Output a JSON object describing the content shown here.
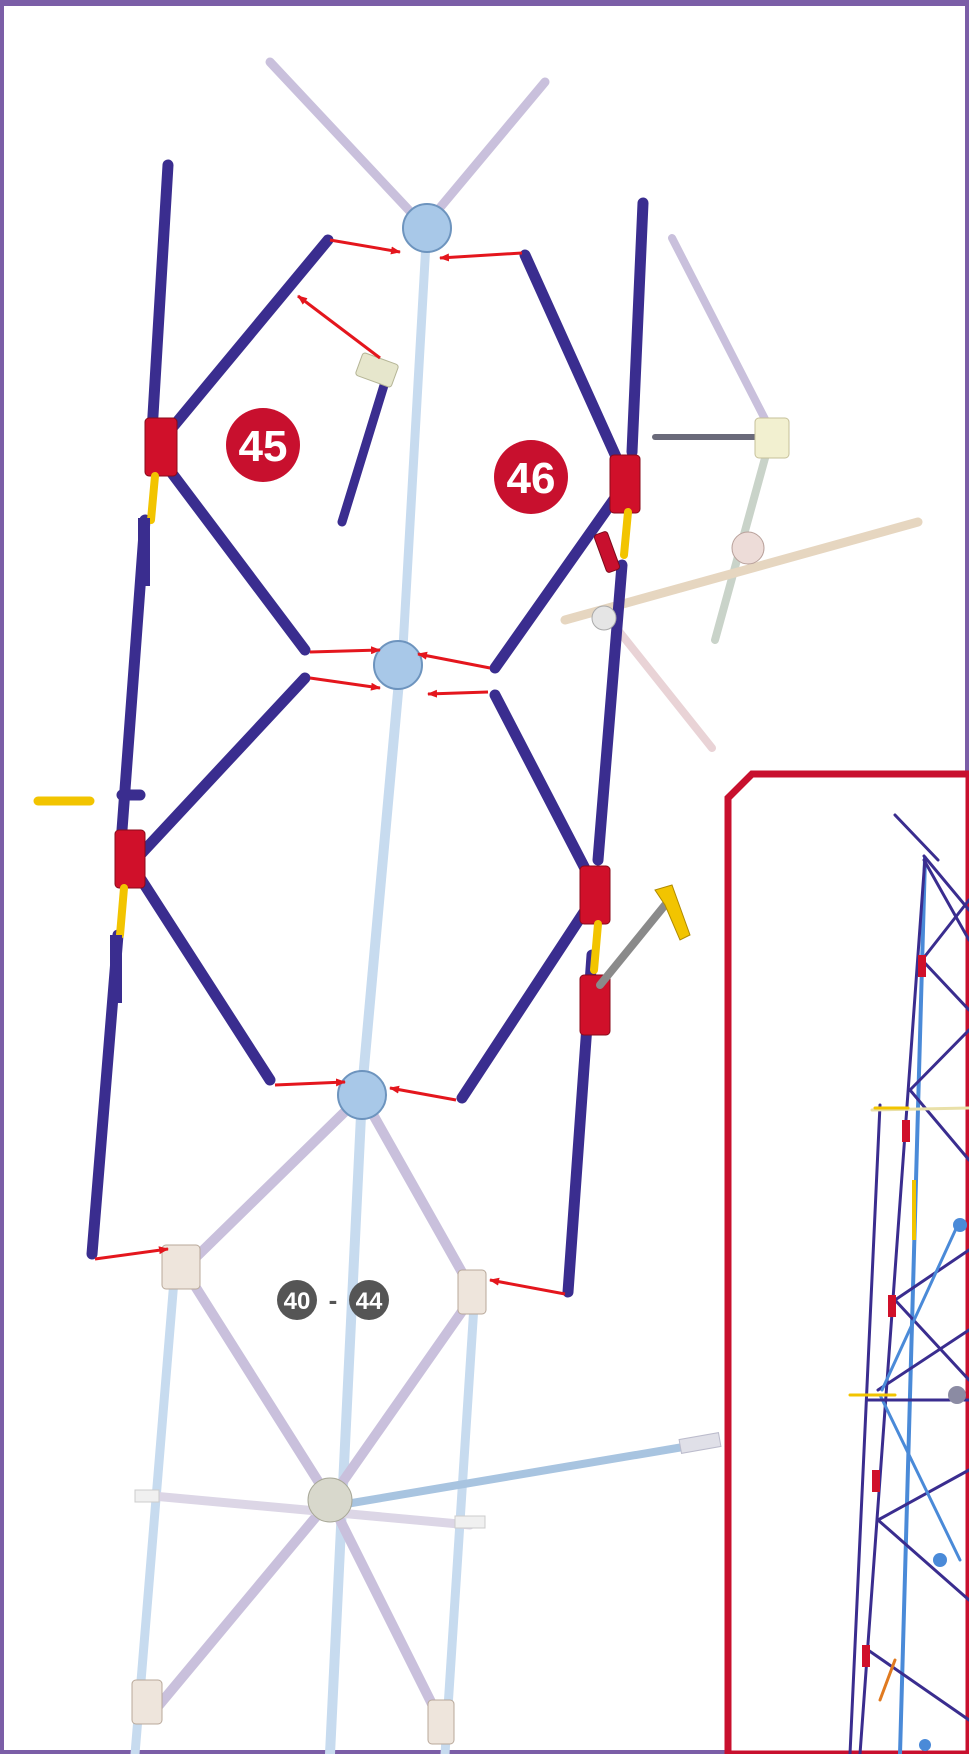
{
  "steps": {
    "step_45": "45",
    "step_46": "46",
    "prev_start": "40",
    "prev_sep": "-",
    "prev_end": "44"
  },
  "colors": {
    "frame_border": "#7b5ea7",
    "badge_red": "#c8102e",
    "badge_gray": "#555555",
    "rod_purple": "#3a2d8f",
    "rod_light_blue": "#c7dbef",
    "rod_lavender": "#c9c0dc",
    "rod_tan": "#e6d6c0",
    "rod_pink": "#e9d3d6",
    "rod_gray_ghost": "#c9c9d2",
    "connector_red": "#d0102a",
    "connector_yellow": "#f2c400",
    "connector_blue": "#a8c8e8",
    "connector_white": "#eee5dc",
    "arrow_red": "#e4161d",
    "inset_border": "#c8102e",
    "inset_blue_rod": "#4a8ad8"
  },
  "icons": {
    "badge_shape": "filled-circle",
    "arrow_shape": "red-arrow"
  }
}
